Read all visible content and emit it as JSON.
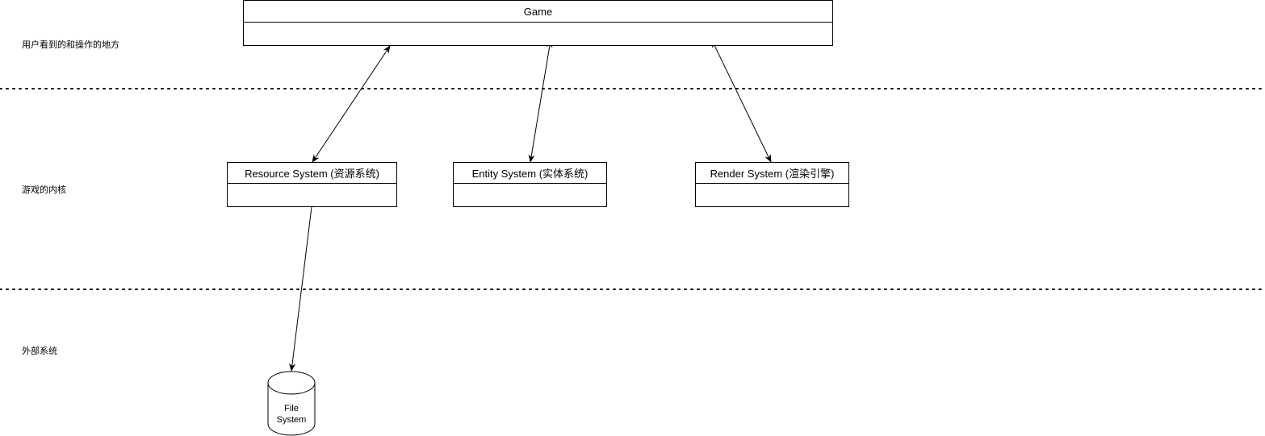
{
  "layers": [
    {
      "label": "用户看到的和操作的地方"
    },
    {
      "label": "游戏的内核"
    },
    {
      "label": "外部系统"
    }
  ],
  "boxes": {
    "game": {
      "title": "Game"
    },
    "resource": {
      "title": "Resource System (资源系统)"
    },
    "entity": {
      "title": "Entity System (实体系统)"
    },
    "render": {
      "title": "Render System (渲染引擎)"
    }
  },
  "database": {
    "line1": "File",
    "line2": "System"
  },
  "edges": [
    {
      "from": "Resource System (资源系统)",
      "to": "Game",
      "direction": "both"
    },
    {
      "from": "Entity System (实体系统)",
      "to": "Game",
      "direction": "both"
    },
    {
      "from": "Render System (渲染引擎)",
      "to": "Game",
      "direction": "both"
    },
    {
      "from": "Resource System (资源系统)",
      "to": "File System",
      "direction": "forward"
    }
  ]
}
